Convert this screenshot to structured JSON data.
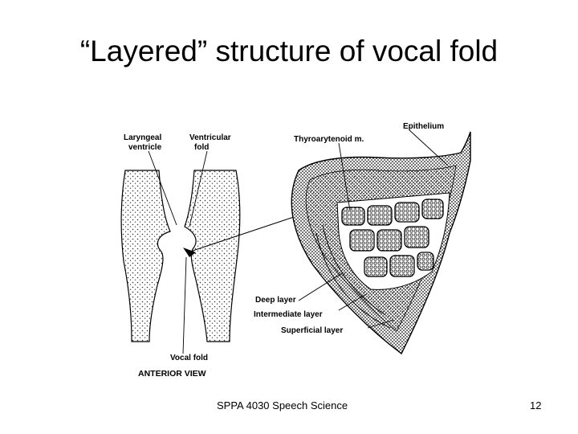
{
  "slide": {
    "title": "“Layered” structure of vocal fold",
    "footer_text": "SPPA 4030 Speech Science",
    "page_number": "12"
  },
  "diagram": {
    "labels": {
      "laryngeal_ventricle_line1": "Laryngeal",
      "laryngeal_ventricle_line2": "ventricle",
      "ventricular_fold_line1": "Ventricular",
      "ventricular_fold_line2": "fold",
      "vocal_fold": "Vocal fold",
      "anterior_view": "ANTERIOR VIEW",
      "epithelium": "Epithelium",
      "thyroarytenoid": "Thyroarytenoid m.",
      "deep_layer": "Deep layer",
      "intermediate_layer": "Intermediate layer",
      "superficial_layer": "Superficial layer"
    }
  }
}
